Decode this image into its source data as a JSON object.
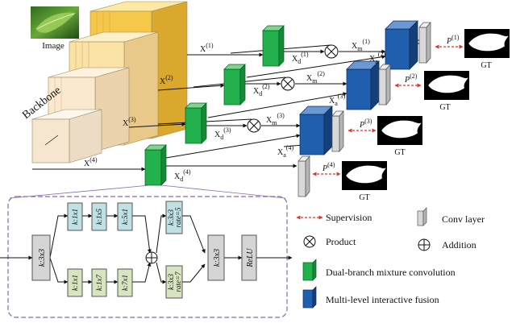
{
  "labels": {
    "image": "Image",
    "backbone": "Backbone",
    "gt": "GT"
  },
  "features": {
    "x": "X",
    "x_d": "X",
    "x_d_sub": "d",
    "x_m": "X",
    "x_m_sub": "m",
    "x_a": "X",
    "x_a_sub": "a",
    "p": "P",
    "levels": [
      "(1)",
      "(2)",
      "(3)",
      "(4)"
    ]
  },
  "detail": {
    "k3x3": "k:3x3",
    "k1x1": "k:1x1",
    "k1x5": "k:1x5",
    "k5x1": "k:5x1",
    "k1x7": "k:1x7",
    "k7x1": "k:7x1",
    "rate5": "rate=5",
    "rate7": "rate=7",
    "relu": "ReLU"
  },
  "legend": {
    "supervision": "Supervision",
    "conv_layer": "Conv layer",
    "product": "Product",
    "addition": "Addition",
    "dual_branch": "Dual-branch mixture convolution",
    "multi_level": "Multi-level interactive fusion"
  },
  "colors": {
    "green": "#22b14c",
    "blue": "#1f5fae",
    "conv_gray": "#d9d9d9",
    "supervision_red": "#e8302a",
    "backbone_yellow": "#f5c84a",
    "backbone_cream": "#f6e5cf",
    "teal_block": "#bfe0e4",
    "olive_block": "#d8e3bf",
    "gray_block": "#d5d5d5",
    "dashed_frame": "#8a6aa8"
  },
  "icons": {
    "product": "circle-times-icon",
    "addition": "circle-plus-icon",
    "supervision": "double-arrow-icon",
    "image": "leaf-photo-icon",
    "gt": "leaf-mask-icon"
  }
}
